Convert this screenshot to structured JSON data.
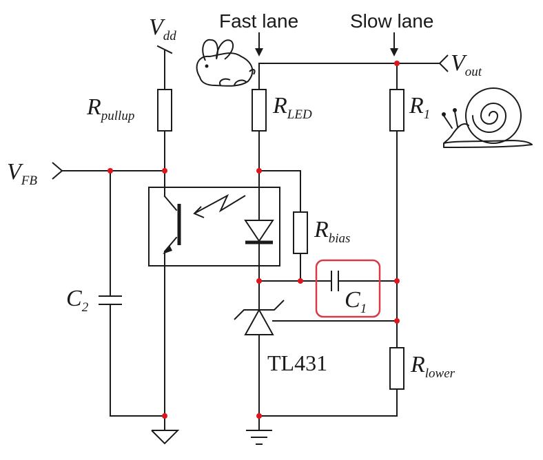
{
  "headers": {
    "fast": "Fast lane",
    "slow": "Slow lane"
  },
  "labels": {
    "vdd": {
      "main": "V",
      "sub": "dd"
    },
    "vout": {
      "main": "V",
      "sub": "out"
    },
    "vfb": {
      "main": "V",
      "sub": "FB"
    },
    "rpullup": {
      "main": "R",
      "sub": "pullup"
    },
    "rled": {
      "main": "R",
      "sub": "LED"
    },
    "r1": {
      "main": "R",
      "sub": "1"
    },
    "rbias": {
      "main": "R",
      "sub": "bias"
    },
    "c1": {
      "main": "C",
      "sub": "1"
    },
    "c2": {
      "main": "C",
      "sub": "2"
    },
    "rlower": {
      "main": "R",
      "sub": "lower"
    },
    "tl431": "TL431"
  },
  "colors": {
    "wire": "#1a1a1a",
    "node": "#e0141e",
    "highlight": "#d63a46"
  },
  "icons": {
    "rabbit": "rabbit-icon",
    "snail": "snail-icon"
  }
}
